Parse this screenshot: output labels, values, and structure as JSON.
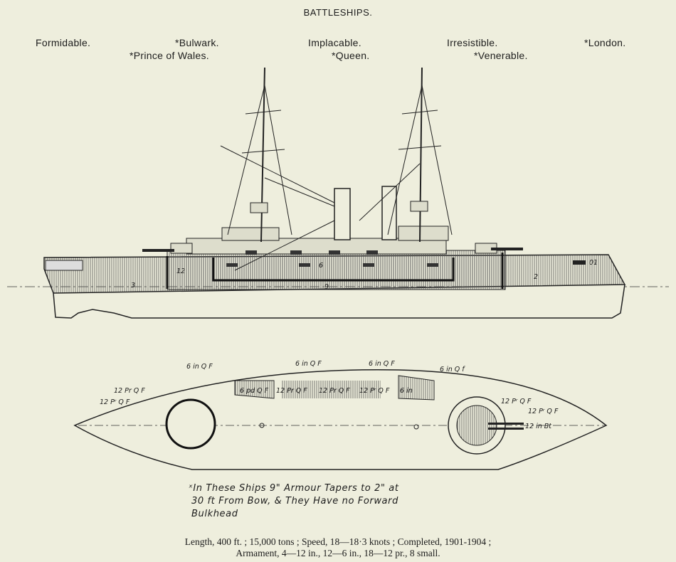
{
  "title": "BATTLESHIPS.",
  "ships": {
    "formidable": "Formidable.",
    "bulwark": "*Bulwark.",
    "prince_of_wales": "*Prince of Wales.",
    "implacable": "Implacable.",
    "queen": "*Queen.",
    "irresistible": "Irresistible.",
    "venerable": "*Venerable.",
    "london": "*London."
  },
  "profile_labels": {
    "armour_12": "12",
    "armour_6": "6",
    "armour_9": "9",
    "armour_2": "2",
    "armour_3": "3",
    "armour_01": "01"
  },
  "plan_labels": {
    "gun_6in_qf": "6 in Q F",
    "gun_6in_qf_b": "6 in Q F",
    "gun_6in_qf_c": "6 in Q F",
    "gun_6in_qf_d": "6 in Q f",
    "gun_6pdr_qf": "6 pd Q F",
    "gun_12pdr_a": "12 Pr Q F",
    "gun_12pdr_b": "12 Pʳ Q F",
    "gun_12pdr_c": "12 Pr Q F",
    "gun_12pdr_d": "12 Pr Q F",
    "gun_12pdr_e": "12 Pʳ Q F",
    "gun_12pdr_f": "12 Pʳ Q F",
    "gun_12pdr_g": "12 Pʳ Q F",
    "gun_6in_casemate": "6 in",
    "gun_12in_bt": "12 in Bt"
  },
  "footnote": {
    "line1": "ˣIn These Ships 9\" Armour Tapers to 2\" at",
    "line2": "30 ft From Bow, & They Have no Forward",
    "line3": "Bulkhead"
  },
  "caption": {
    "line1": "Length, 400 ft. ; 15,000 tons ; Speed, 18—18·3 knots ; Completed, 1901-1904 ;",
    "line2": "Armament, 4—12 in., 12—6 in., 18—12 pr., 8 small."
  }
}
